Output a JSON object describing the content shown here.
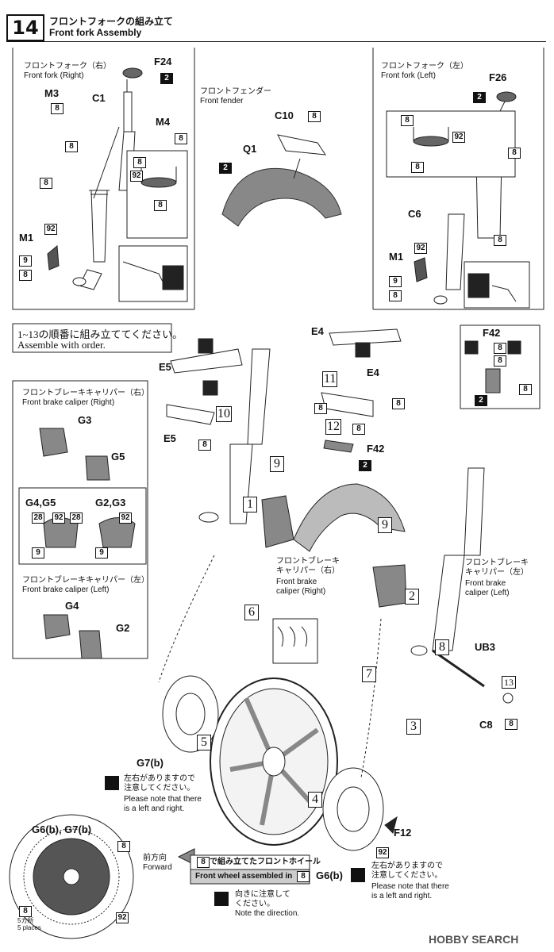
{
  "header": {
    "step_number": "14",
    "title_jp": "フロントフォークの組み立て",
    "title_en": "Front fork Assembly"
  },
  "panels": {
    "fork_right": {
      "jp": "フロントフォーク（右）",
      "en": "Front fork (Right)"
    },
    "fender": {
      "jp": "フロントフェンダー",
      "en": "Front fender"
    },
    "fork_left": {
      "jp": "フロントフォーク（左）",
      "en": "Front fork (Left)"
    }
  },
  "parts": {
    "F24": "F24",
    "M3": "M3",
    "C1": "C1",
    "M4": "M4",
    "M1": "M1",
    "C10": "C10",
    "Q1": "Q1",
    "F26": "F26",
    "C6": "C6",
    "E4": "E4",
    "E5": "E5",
    "F42": "F42",
    "G3": "G3",
    "G5": "G5",
    "G4G5": "G4,G5",
    "G2G3": "G2,G3",
    "G4": "G4",
    "G2": "G2",
    "UB3": "UB3",
    "C8": "C8",
    "G7b": "G7(b)",
    "G6b": "G6(b)",
    "F12": "F12",
    "G6G7": "G6(b), G7(b)"
  },
  "colors": {
    "c2": "2",
    "c8": "8",
    "c9": "9",
    "c28": "28",
    "c92": "92"
  },
  "order_note": {
    "jp": "1~13の順番に組み立ててください。",
    "en": "Assemble with order."
  },
  "caliper_right_panel": {
    "jp": "フロントブレーキキャリパー（右）",
    "en": "Front brake caliper (Right)"
  },
  "caliper_left_panel": {
    "jp": "フロントブレーキキャリパー（左）",
    "en": "Front brake caliper (Left)"
  },
  "caliper_right_label": {
    "jp1": "フロントブレーキ",
    "jp2": "キャリパー（右）",
    "en1": "Front brake",
    "en2": "caliper (Right)"
  },
  "caliper_left_label": {
    "jp1": "フロントブレーキ",
    "jp2": "キャリパー（左）",
    "en1": "Front brake",
    "en2": "caliper (Left)"
  },
  "steps": [
    "1",
    "2",
    "3",
    "4",
    "5",
    "6",
    "7",
    "8",
    "9",
    "10",
    "11",
    "12",
    "13"
  ],
  "note_lr": {
    "jp1": "左右がありますので",
    "jp2": "注意してください。",
    "en1": "Please note that there",
    "en2": "is a left and right."
  },
  "direction": {
    "jp": "前方向",
    "en": "Forward"
  },
  "wheel_note": {
    "num": "8",
    "jp": "で組み立てたフロントホイール",
    "en": "Front wheel assembled in",
    "en_num": "8"
  },
  "direction_note": {
    "jp1": "向きに注意して",
    "jp2": "ください。",
    "en": "Note the direction."
  },
  "five_places": {
    "jp": "5カ所",
    "en": "5 places"
  },
  "watermark": "HOBBY SEARCH"
}
